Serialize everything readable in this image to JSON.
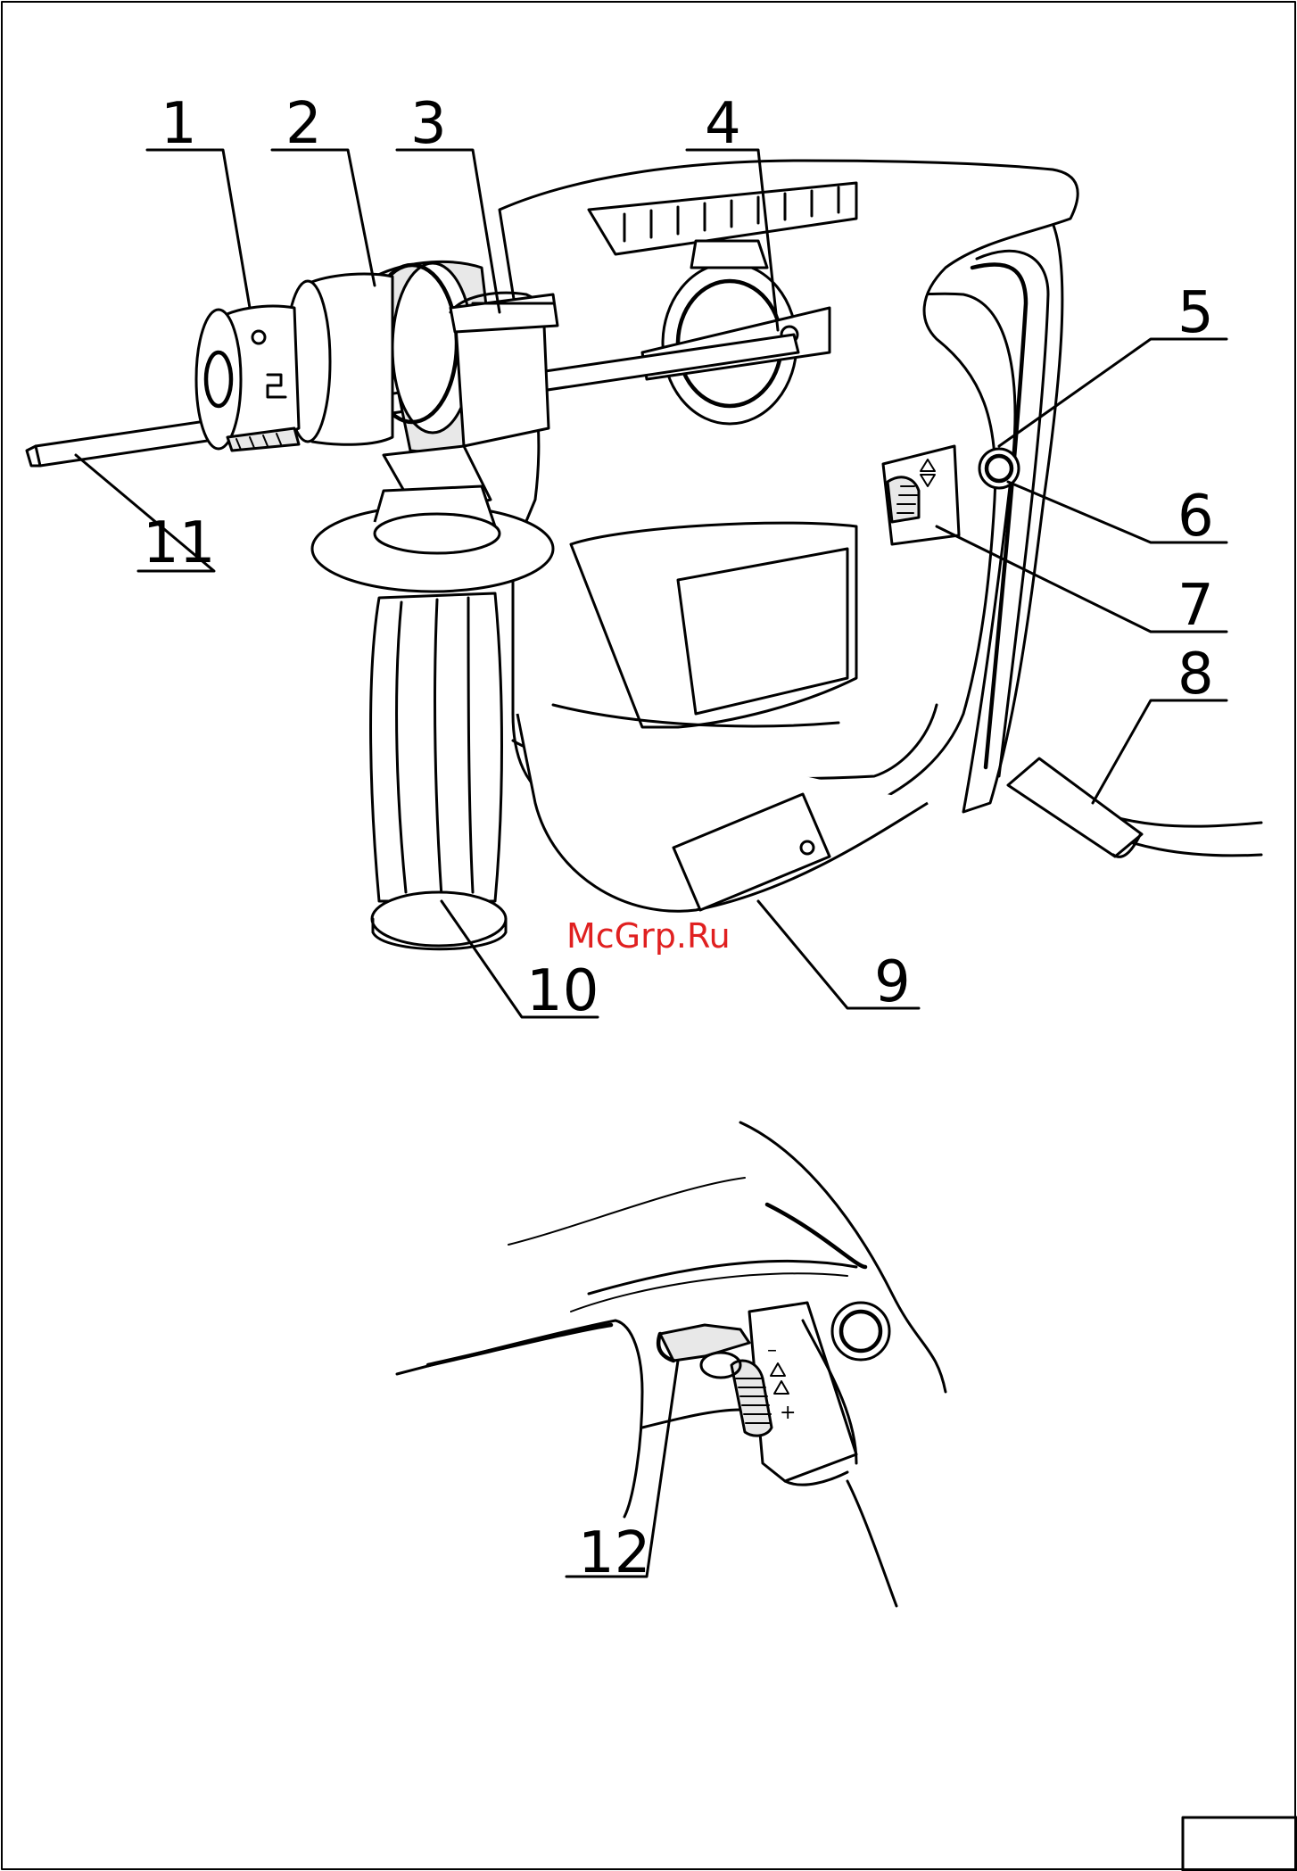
{
  "callouts": [
    {
      "id": "1",
      "label": "1"
    },
    {
      "id": "2",
      "label": "2"
    },
    {
      "id": "3",
      "label": "3"
    },
    {
      "id": "4",
      "label": "4"
    },
    {
      "id": "5",
      "label": "5"
    },
    {
      "id": "6",
      "label": "6"
    },
    {
      "id": "7",
      "label": "7"
    },
    {
      "id": "8",
      "label": "8"
    },
    {
      "id": "9",
      "label": "9"
    },
    {
      "id": "10",
      "label": "10"
    },
    {
      "id": "11",
      "label": "11"
    },
    {
      "id": "12",
      "label": "12"
    }
  ],
  "speed_marks": {
    "minus": "–",
    "plus": "+"
  },
  "watermark": "McGrp.Ru"
}
